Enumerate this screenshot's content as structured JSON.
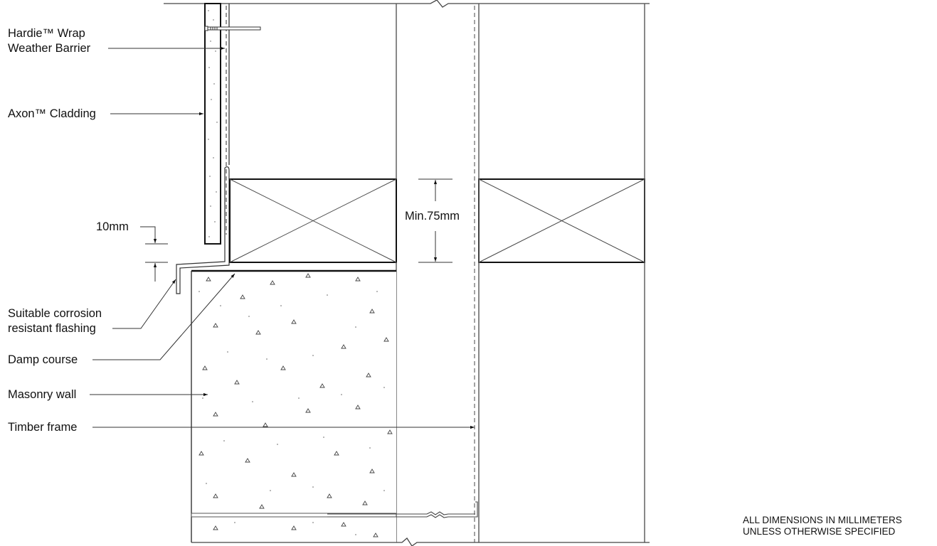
{
  "drawing": {
    "type": "construction-detail-section",
    "labels": {
      "weather_barrier_line1": "Hardie™ Wrap",
      "weather_barrier_line2": "Weather Barrier",
      "cladding": "Axon™ Cladding",
      "gap_dimension": "10mm",
      "flashing_line1": "Suitable corrosion",
      "flashing_line2": "resistant flashing",
      "damp_course": "Damp course",
      "masonry_wall": "Masonry wall",
      "timber_frame": "Timber frame",
      "plate_dimension": "Min.75mm"
    },
    "notes": {
      "line1": "ALL DIMENSIONS IN MILLIMETERS",
      "line2": "UNLESS OTHERWISE SPECIFIED"
    },
    "colors": {
      "line": "#222222",
      "thin_line": "#555555",
      "background": "#ffffff"
    }
  }
}
